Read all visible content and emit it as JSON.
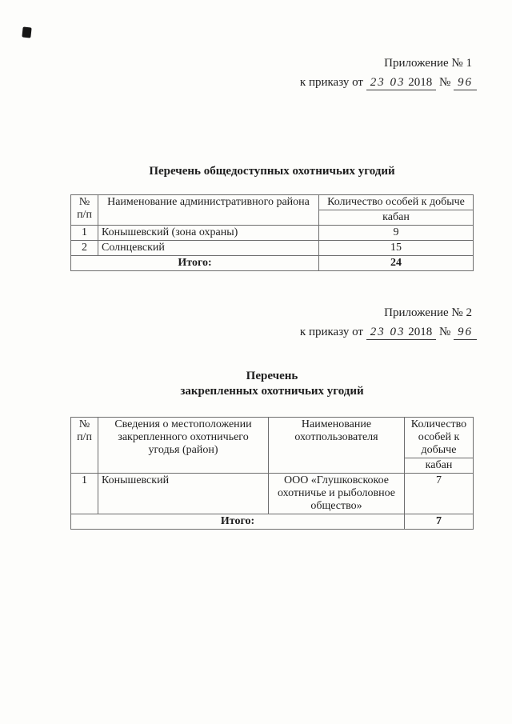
{
  "appendix1": {
    "label": "Приложение № 1",
    "order_prefix": "к приказу от",
    "order_date": "23 03",
    "order_year": "2018",
    "number_label": "№",
    "order_number": "96"
  },
  "section1": {
    "title": "Перечень общедоступных охотничьих угодий",
    "table": {
      "headers": {
        "num_line1": "№",
        "num_line2": "п/п",
        "district": "Наименование административного района",
        "quota": "Количество особей к добыче",
        "species": "кабан"
      },
      "rows": [
        {
          "num": "1",
          "district": "Конышевский (зона охраны)",
          "count": "9"
        },
        {
          "num": "2",
          "district": "Солнцевский",
          "count": "15"
        }
      ],
      "total_label": "Итого:",
      "total_value": "24"
    }
  },
  "appendix2": {
    "label": "Приложение № 2",
    "order_prefix": "к приказу от",
    "order_date": "23 03",
    "order_year": "2018",
    "number_label": "№",
    "order_number": "96"
  },
  "section2": {
    "title_line1": "Перечень",
    "title_line2": "закрепленных охотничьих угодий",
    "table": {
      "headers": {
        "num_line1": "№",
        "num_line2": "п/п",
        "location": "Сведения о местоположении закрепленного охотничьего угодья (район)",
        "user": "Наименование охотпользователя",
        "quota": "Количество особей к добыче",
        "species": "кабан"
      },
      "rows": [
        {
          "num": "1",
          "location": "Конышевский",
          "user": "ООО «Глушковскокое охотничье и рыболовное общество»",
          "count": "7"
        }
      ],
      "total_label": "Итого:",
      "total_value": "7"
    }
  }
}
